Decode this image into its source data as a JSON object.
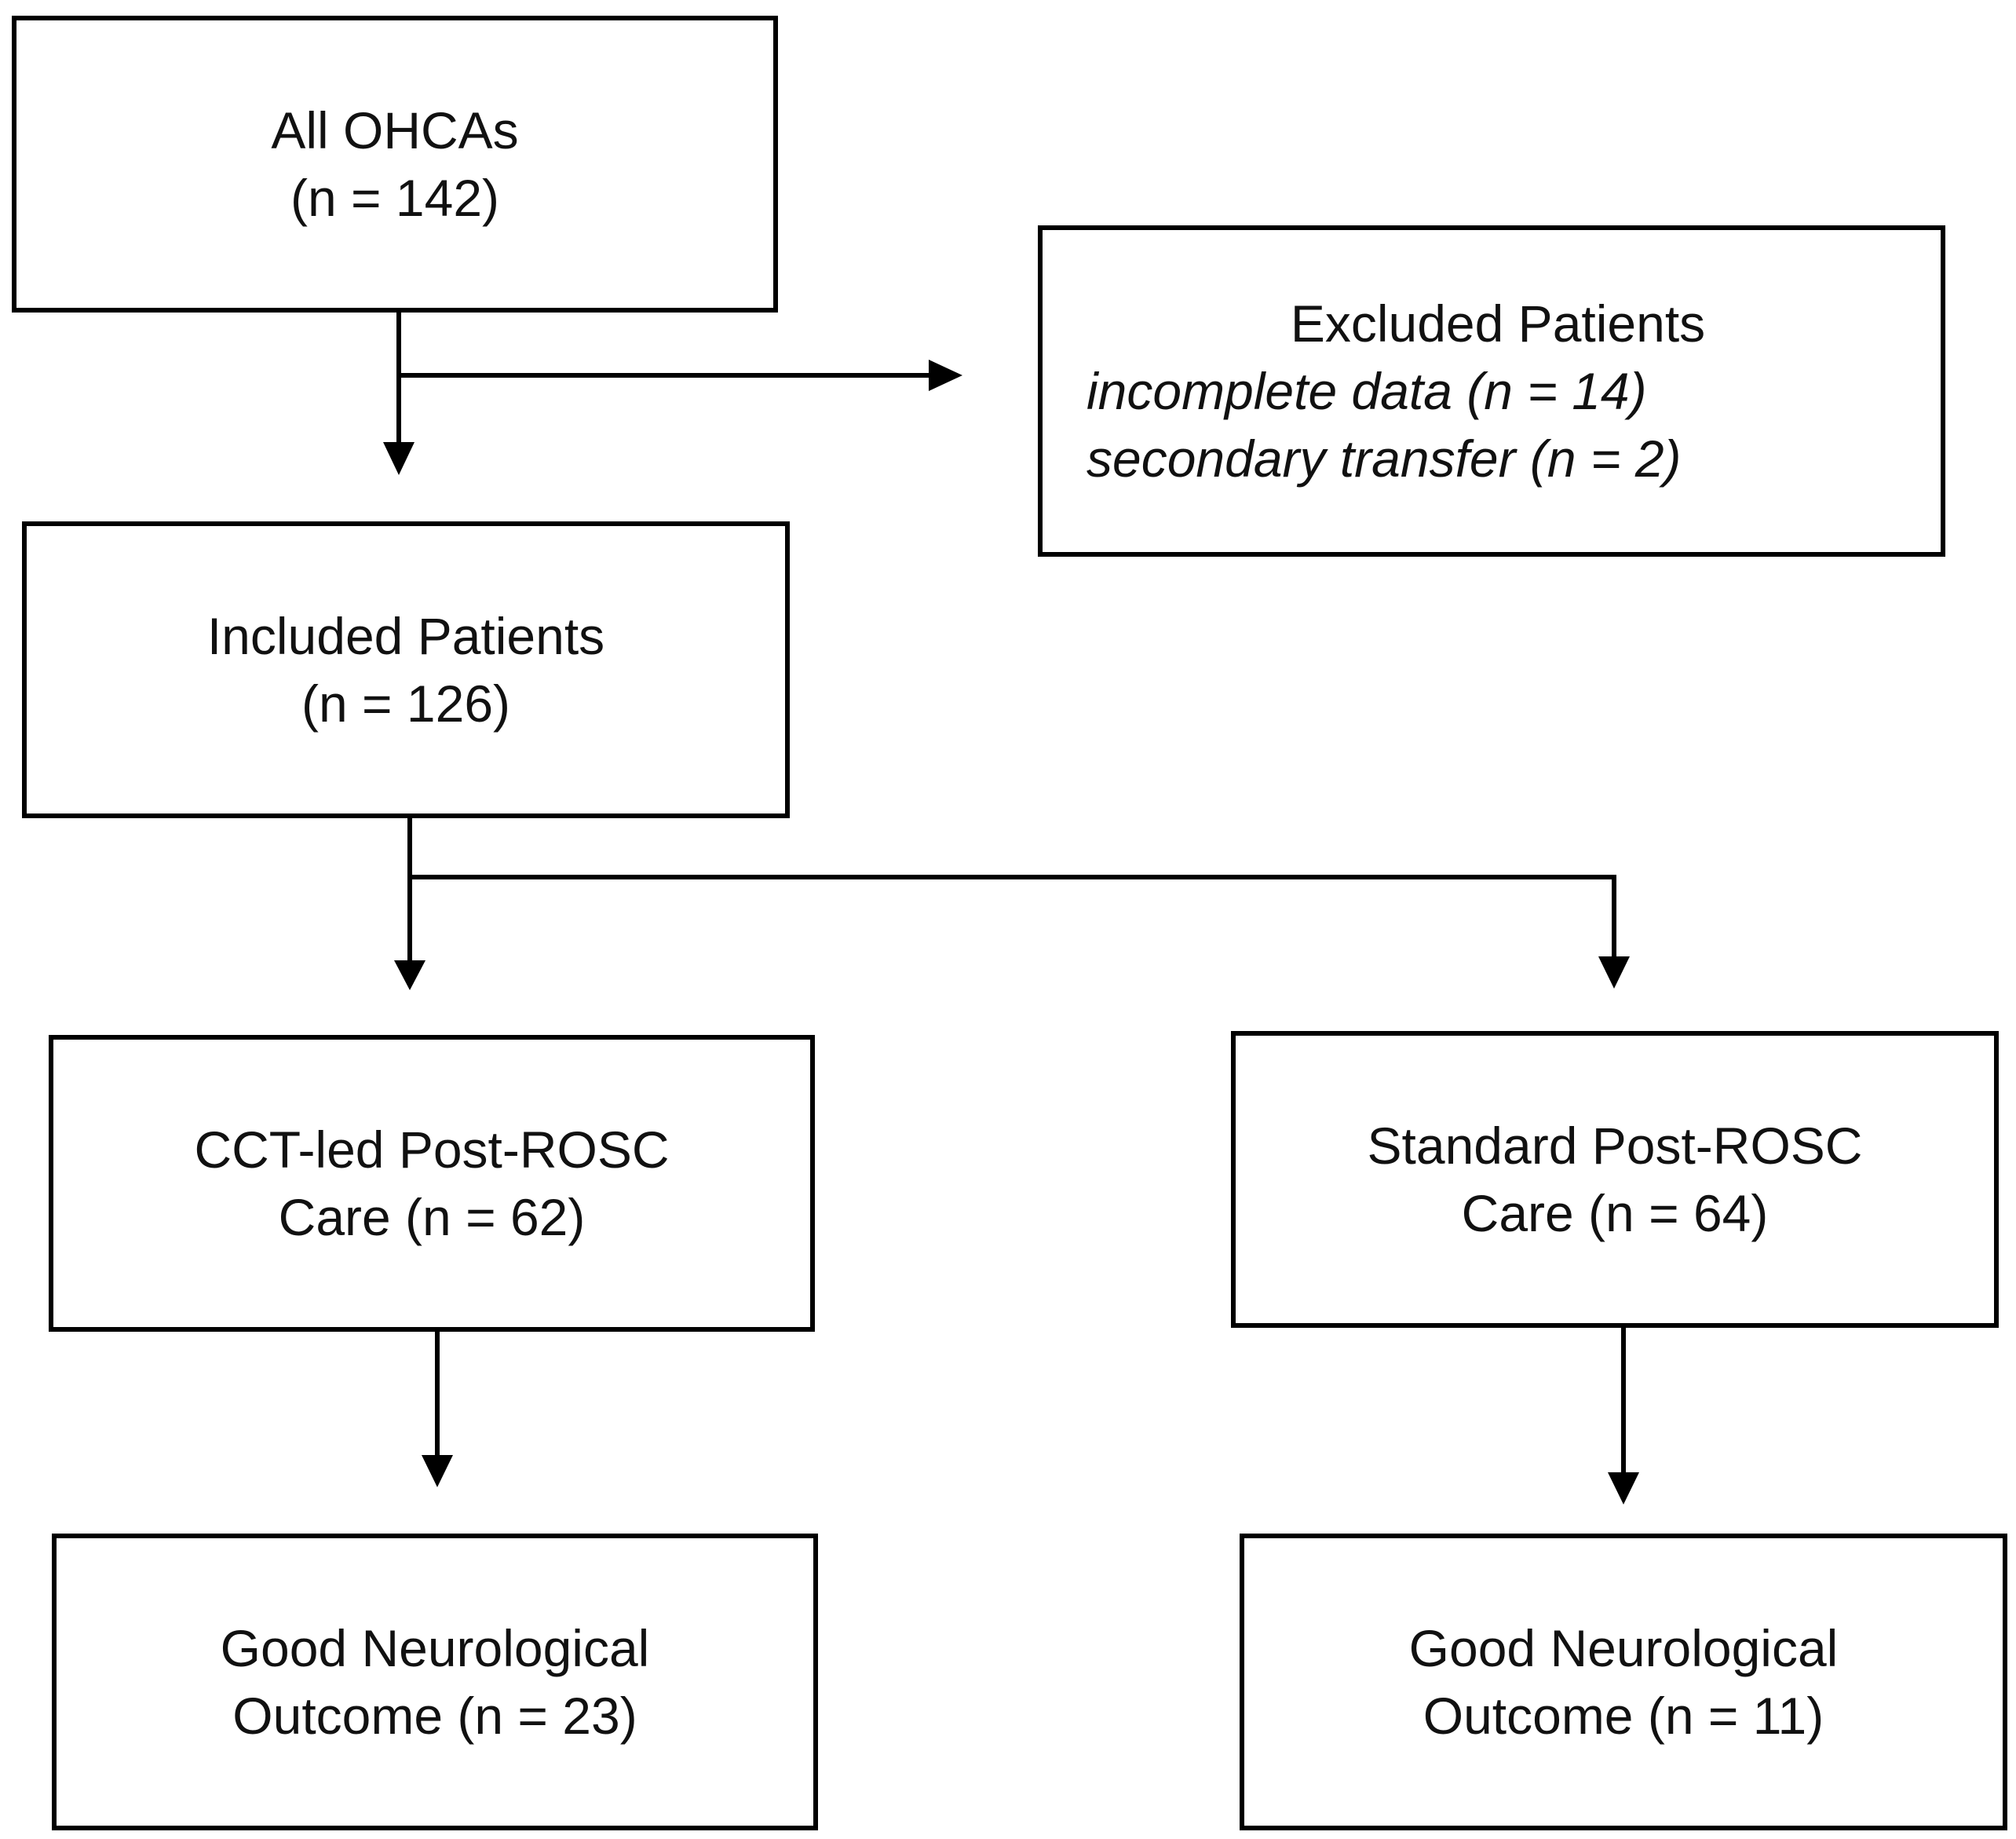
{
  "flowchart": {
    "all_ohcas": {
      "label": "All OHCAs",
      "count": "(n = 142)"
    },
    "excluded": {
      "title": "Excluded Patients",
      "reasons": [
        "incomplete data (n = 14)",
        "secondary transfer (n = 2)"
      ]
    },
    "included": {
      "label": "Included Patients",
      "count": "(n = 126)"
    },
    "cct_care": {
      "line1": "CCT-led Post-ROSC",
      "line2": "Care (n = 62)"
    },
    "standard_care": {
      "line1": "Standard Post-ROSC",
      "line2": "Care (n = 64)"
    },
    "cct_outcome": {
      "line1": "Good Neurological",
      "line2": "Outcome (n = 23)"
    },
    "standard_outcome": {
      "line1": "Good Neurological",
      "line2": "Outcome (n = 11)"
    }
  }
}
